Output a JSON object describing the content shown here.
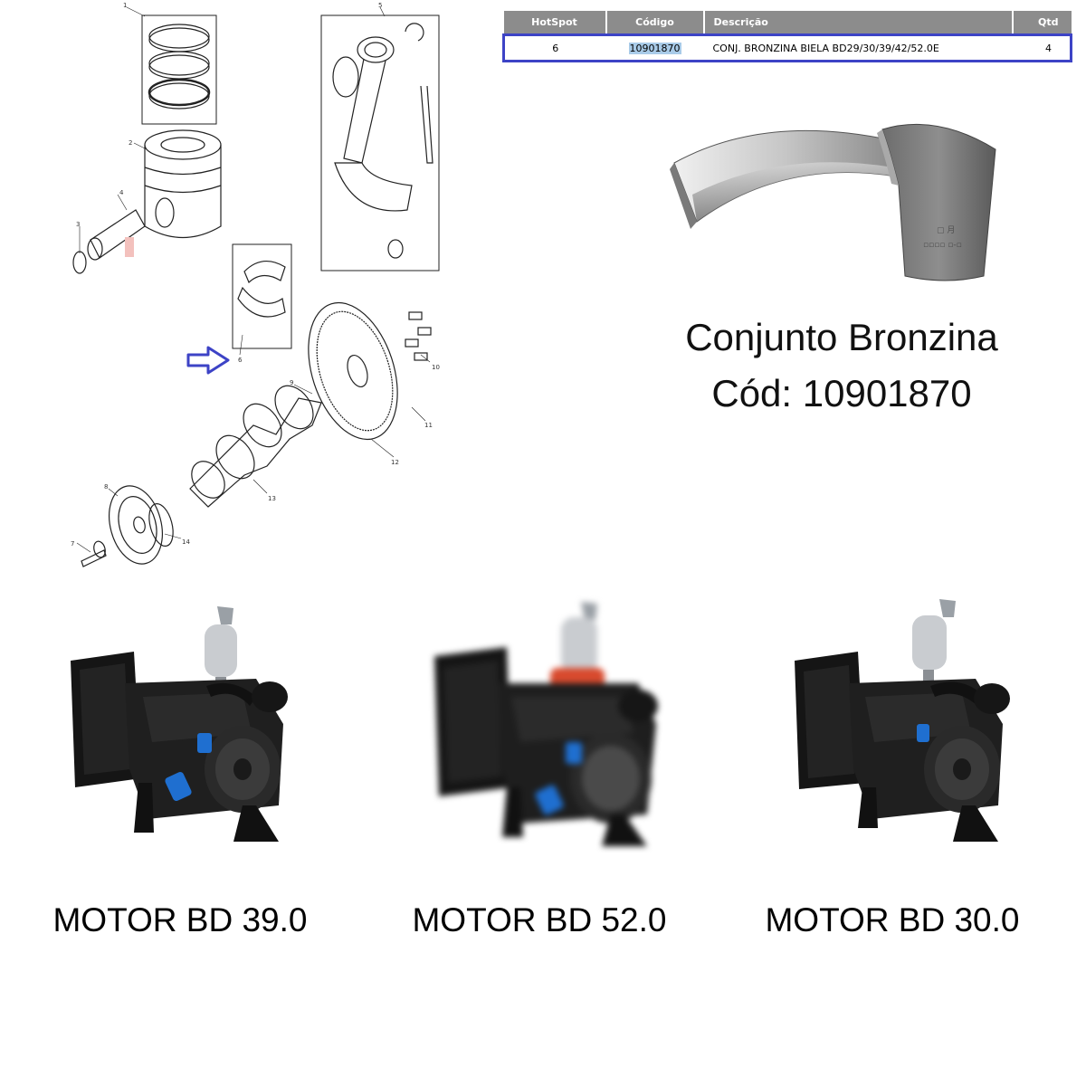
{
  "diagram": {
    "callouts": [
      "1",
      "2",
      "3",
      "4",
      "5",
      "6",
      "7",
      "8",
      "9",
      "10",
      "11",
      "12",
      "13",
      "14"
    ]
  },
  "parts_table": {
    "headers": {
      "hotspot": "HotSpot",
      "codigo": "Código",
      "descricao": "Descrição",
      "qtd": "Qtd"
    },
    "row": {
      "hotspot": "6",
      "codigo": "10901870",
      "descricao": "CONJ. BRONZINA BIELA BD29/30/39/42/52.0E",
      "qtd": "4"
    },
    "highlight_color": "#3d43c6"
  },
  "product": {
    "title_line1": "Conjunto Bronzina",
    "title_line2": "Cód: 10901870"
  },
  "engines": [
    {
      "label": "MOTOR BD 39.0"
    },
    {
      "label": "MOTOR BD 52.0"
    },
    {
      "label": "MOTOR BD 30.0"
    }
  ],
  "colors": {
    "arrow": "#3d43c6",
    "filter_blue": "#1f6fd0",
    "engine_dark": "#1c1c1c"
  }
}
